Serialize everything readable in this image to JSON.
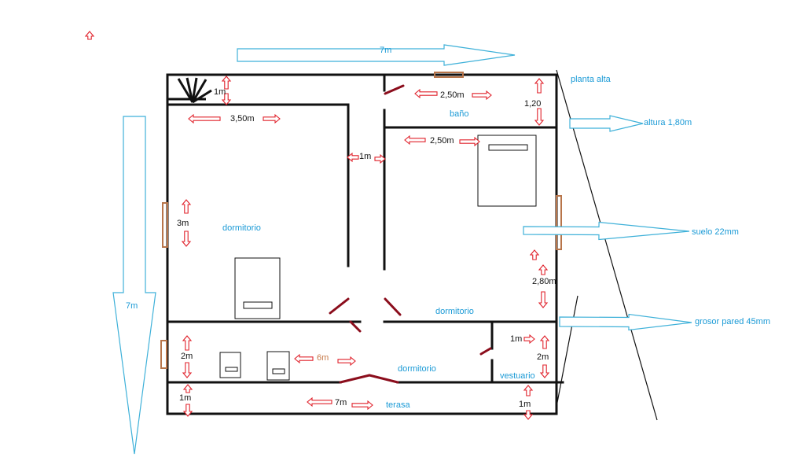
{
  "colors": {
    "wall": "#111111",
    "window": "#b8754a",
    "door": "#8b0d1c",
    "dimension_arrow": "#e0202a",
    "annotation_arrow": "#3fb1d9",
    "label_blue": "#1a9ad6"
  },
  "title_arrow": {
    "label": "7m"
  },
  "side_arrow": {
    "label": "7m"
  },
  "rooms": {
    "upper_left": "dormitorio",
    "upper_right": "dormitorio",
    "bath": "baño",
    "lower": "dormitorio",
    "dressing": "vestuario",
    "terrace": "terasa"
  },
  "dimensions": {
    "stair_1m": "1m",
    "room_width_3_50": "3,50m",
    "corridor_1m": "1m",
    "room_height_3m": "3m",
    "bath_width_2_50": "2,50m",
    "bath_height_1_20": "1,20",
    "room_width_2_50": "2,50m",
    "room_height_2_80": "2,80m",
    "lower_height_2m": "2m",
    "lower_width_6m": "6m",
    "dressing_1m": "1m",
    "dressing_2m": "2m",
    "terrace_1m_left": "1m",
    "terrace_7m": "7m",
    "terrace_1m_right": "1m"
  },
  "annotations": {
    "level": "planta alta",
    "height": "altura 1,80m",
    "floor": "suelo 22mm",
    "wall_thickness": "grosor pared 45mm"
  }
}
